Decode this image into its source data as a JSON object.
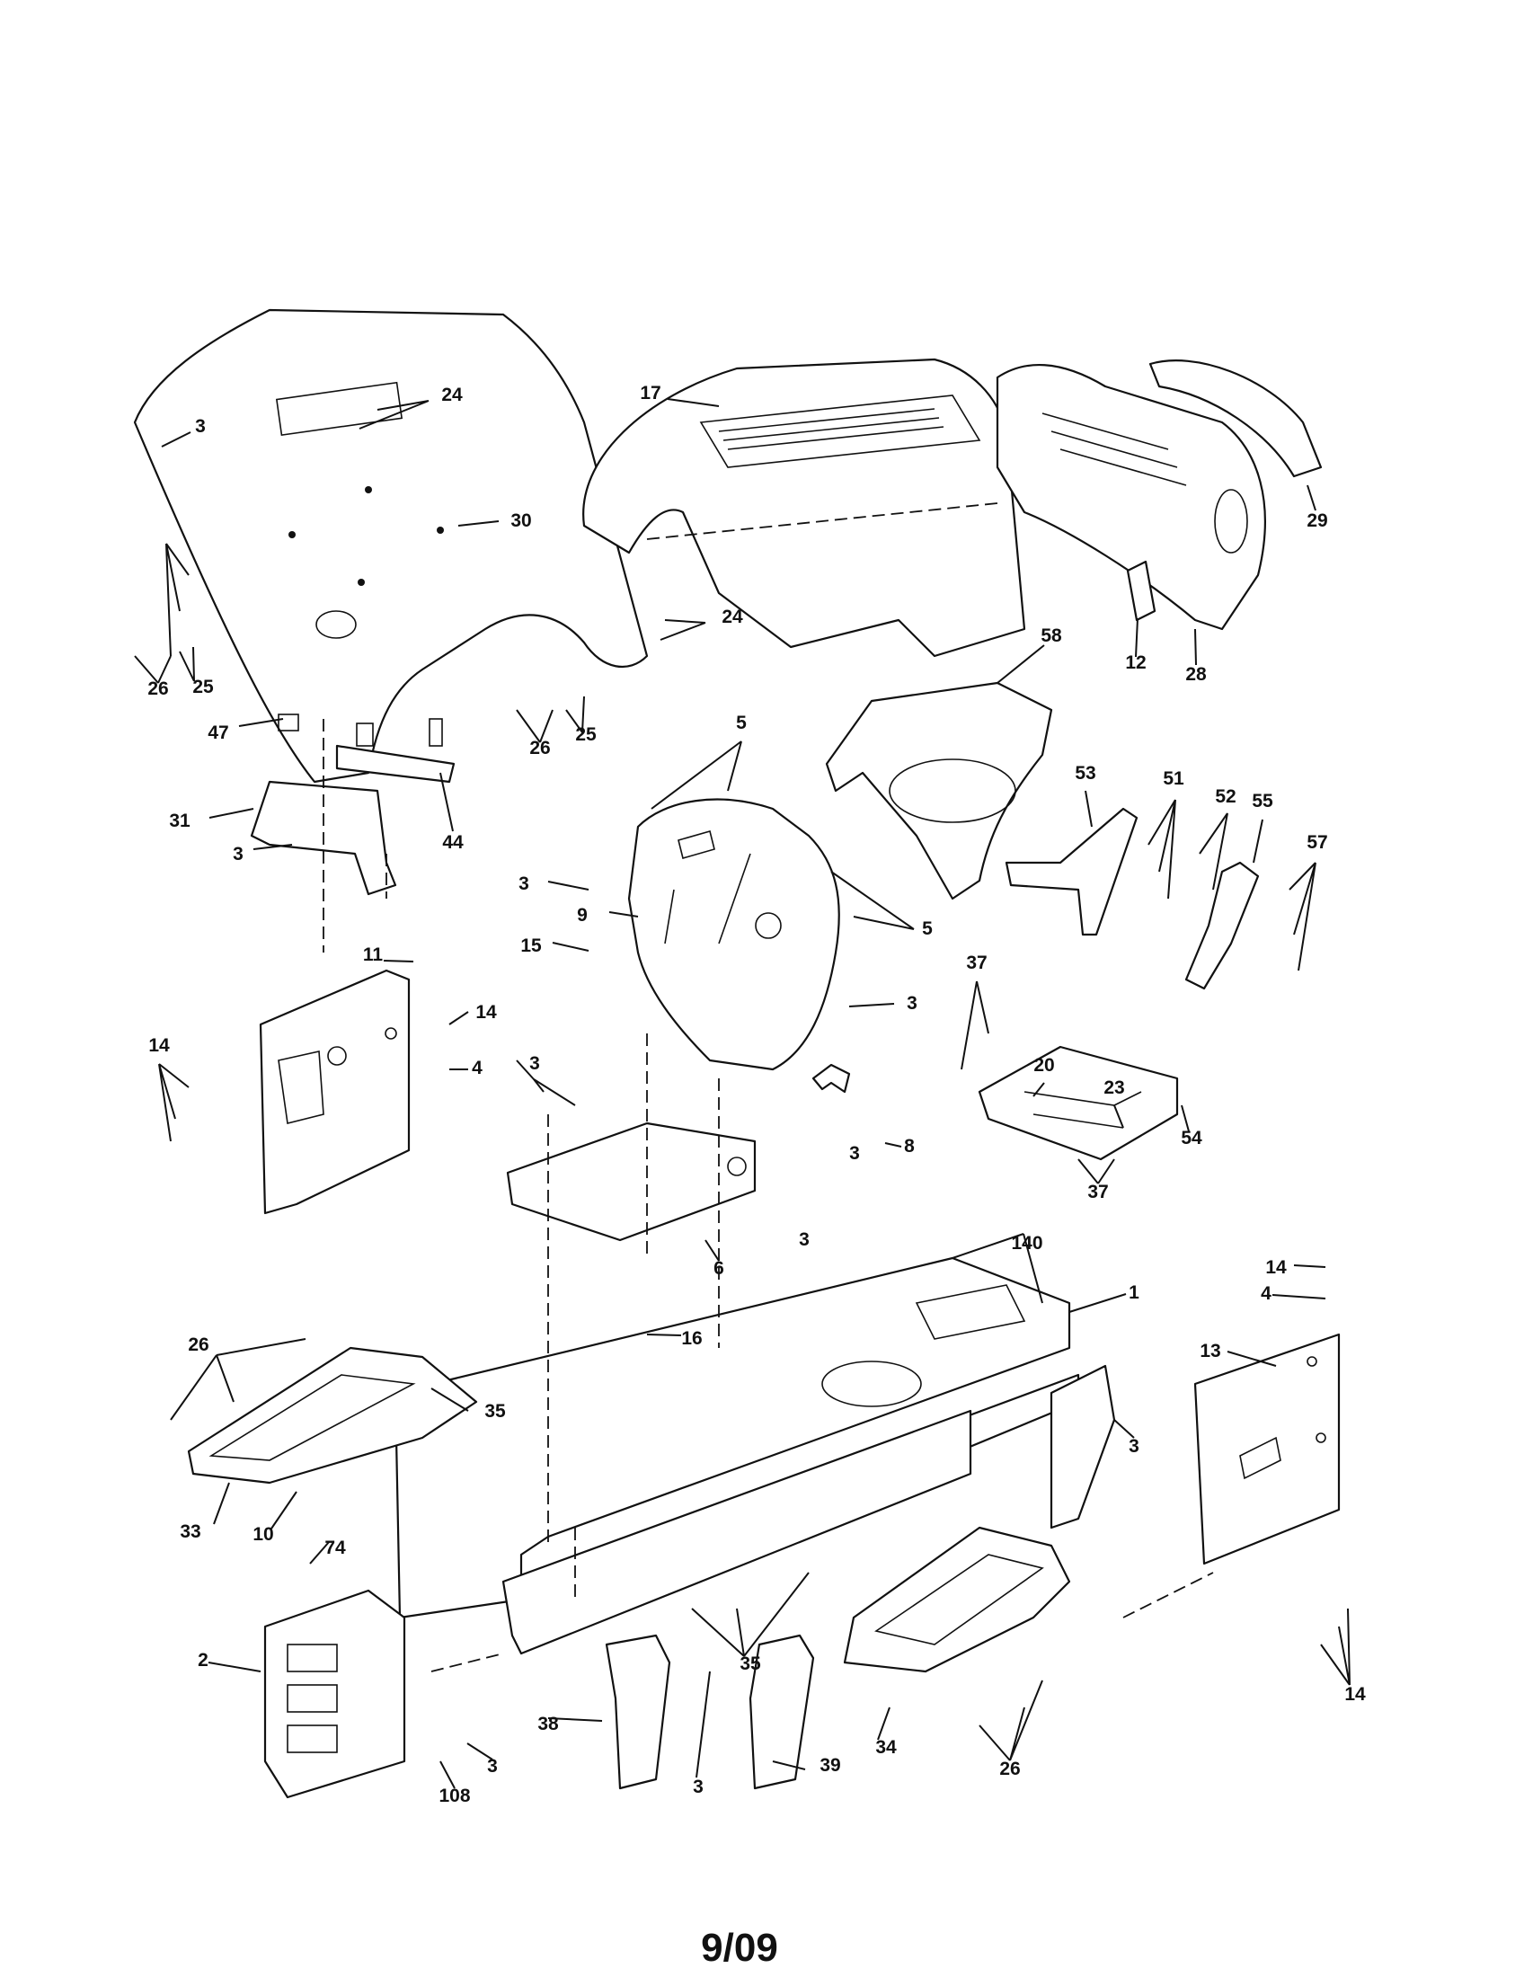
{
  "page_number": "9/09",
  "callouts": [
    {
      "id": "c-3a",
      "text": "3"
    },
    {
      "id": "c-24a",
      "text": "24"
    },
    {
      "id": "c-30",
      "text": "30"
    },
    {
      "id": "c-17",
      "text": "17"
    },
    {
      "id": "c-29",
      "text": "29"
    },
    {
      "id": "c-24b",
      "text": "24"
    },
    {
      "id": "c-12",
      "text": "12"
    },
    {
      "id": "c-28",
      "text": "28"
    },
    {
      "id": "c-58",
      "text": "58"
    },
    {
      "id": "c-26a",
      "text": "26"
    },
    {
      "id": "c-25a",
      "text": "25"
    },
    {
      "id": "c-26b",
      "text": "26"
    },
    {
      "id": "c-25b",
      "text": "25"
    },
    {
      "id": "c-47",
      "text": "47"
    },
    {
      "id": "c-31",
      "text": "31"
    },
    {
      "id": "c-44",
      "text": "44"
    },
    {
      "id": "c-3b",
      "text": "3"
    },
    {
      "id": "c-5a",
      "text": "5"
    },
    {
      "id": "c-5b",
      "text": "5"
    },
    {
      "id": "c-53",
      "text": "53"
    },
    {
      "id": "c-51",
      "text": "51"
    },
    {
      "id": "c-52",
      "text": "52"
    },
    {
      "id": "c-55",
      "text": "55"
    },
    {
      "id": "c-57",
      "text": "57"
    },
    {
      "id": "c-3c",
      "text": "3"
    },
    {
      "id": "c-9",
      "text": "9"
    },
    {
      "id": "c-15",
      "text": "15"
    },
    {
      "id": "c-3d",
      "text": "3"
    },
    {
      "id": "c-14a",
      "text": "14"
    },
    {
      "id": "c-11",
      "text": "11"
    },
    {
      "id": "c-14b",
      "text": "14"
    },
    {
      "id": "c-4a",
      "text": "4"
    },
    {
      "id": "c-37a",
      "text": "37"
    },
    {
      "id": "c-20",
      "text": "20"
    },
    {
      "id": "c-23",
      "text": "23"
    },
    {
      "id": "c-54",
      "text": "54"
    },
    {
      "id": "c-3e",
      "text": "3"
    },
    {
      "id": "c-8",
      "text": "8"
    },
    {
      "id": "c-3f",
      "text": "3"
    },
    {
      "id": "c-37b",
      "text": "37"
    },
    {
      "id": "c-6",
      "text": "6"
    },
    {
      "id": "c-140",
      "text": "140"
    },
    {
      "id": "c-3g",
      "text": "3"
    },
    {
      "id": "c-1",
      "text": "1"
    },
    {
      "id": "c-14c",
      "text": "14"
    },
    {
      "id": "c-4b",
      "text": "4"
    },
    {
      "id": "c-16",
      "text": "16"
    },
    {
      "id": "c-26c",
      "text": "26"
    },
    {
      "id": "c-35a",
      "text": "35"
    },
    {
      "id": "c-13",
      "text": "13"
    },
    {
      "id": "c-3h",
      "text": "3"
    },
    {
      "id": "c-33",
      "text": "33"
    },
    {
      "id": "c-10",
      "text": "10"
    },
    {
      "id": "c-74",
      "text": "74"
    },
    {
      "id": "c-2",
      "text": "2"
    },
    {
      "id": "c-35b",
      "text": "35"
    },
    {
      "id": "c-14d",
      "text": "14"
    },
    {
      "id": "c-38",
      "text": "38"
    },
    {
      "id": "c-3i",
      "text": "3"
    },
    {
      "id": "c-39",
      "text": "39"
    },
    {
      "id": "c-34",
      "text": "34"
    },
    {
      "id": "c-26d",
      "text": "26"
    },
    {
      "id": "c-3j",
      "text": "3"
    },
    {
      "id": "c-108",
      "text": "108"
    }
  ]
}
